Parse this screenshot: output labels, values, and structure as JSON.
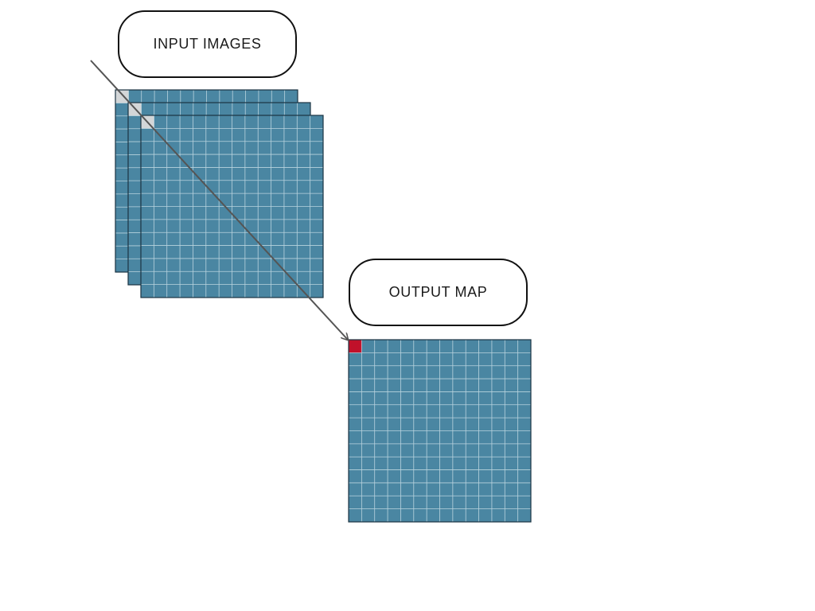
{
  "labels": {
    "input": "INPUT IMAGES",
    "output": "OUTPUT MAP"
  },
  "grid": {
    "rows": 14,
    "cols": 14,
    "input_layer_count": 3
  },
  "colors": {
    "grid_fill": "#4a86a2",
    "grid_line": "#b9d3de",
    "grid_border": "#1b3442",
    "input_highlight": "#d3d6d8",
    "output_highlight": "#c0112a",
    "arrow": "#555555"
  }
}
